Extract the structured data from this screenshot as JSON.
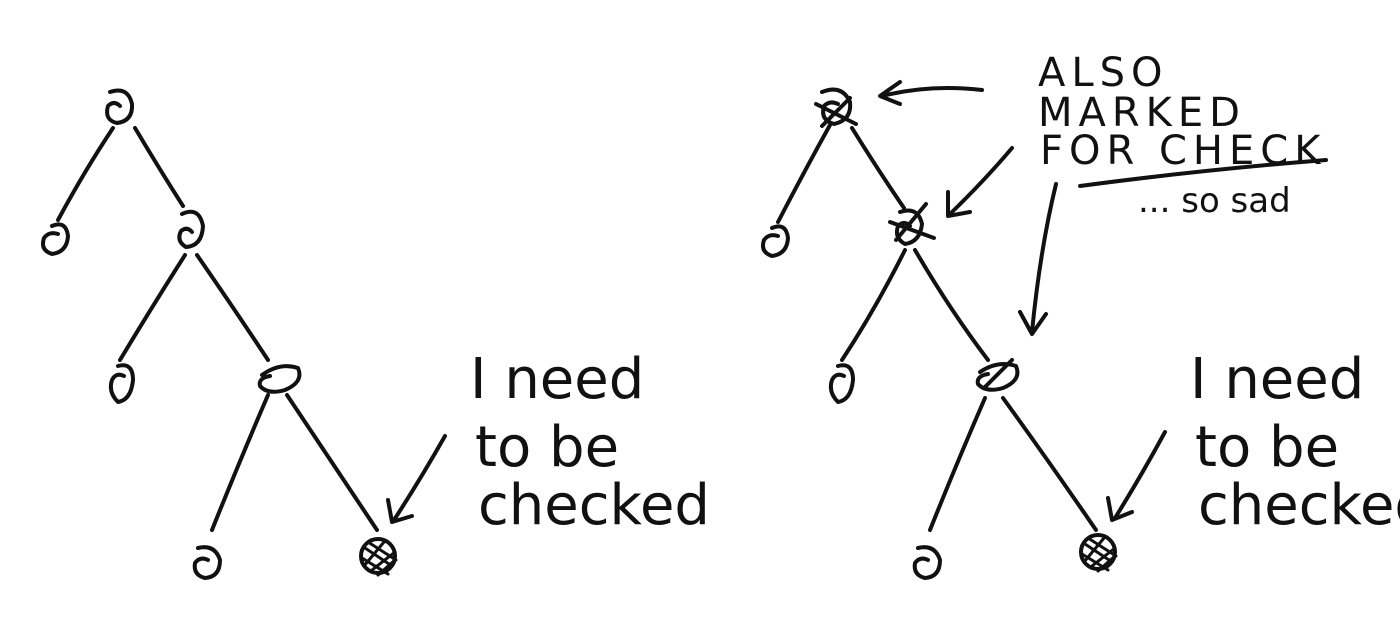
{
  "ink_color": "#111111",
  "background_color": "#ffffff",
  "left_diagram": {
    "note_lines": [
      "I need",
      "to be",
      "checked"
    ]
  },
  "right_diagram": {
    "note_lines": [
      "I need",
      "to be",
      "checked"
    ],
    "marked_lines": [
      "ALSO",
      "MARKED",
      "FOR CHECK"
    ],
    "aside": "... so sad"
  }
}
